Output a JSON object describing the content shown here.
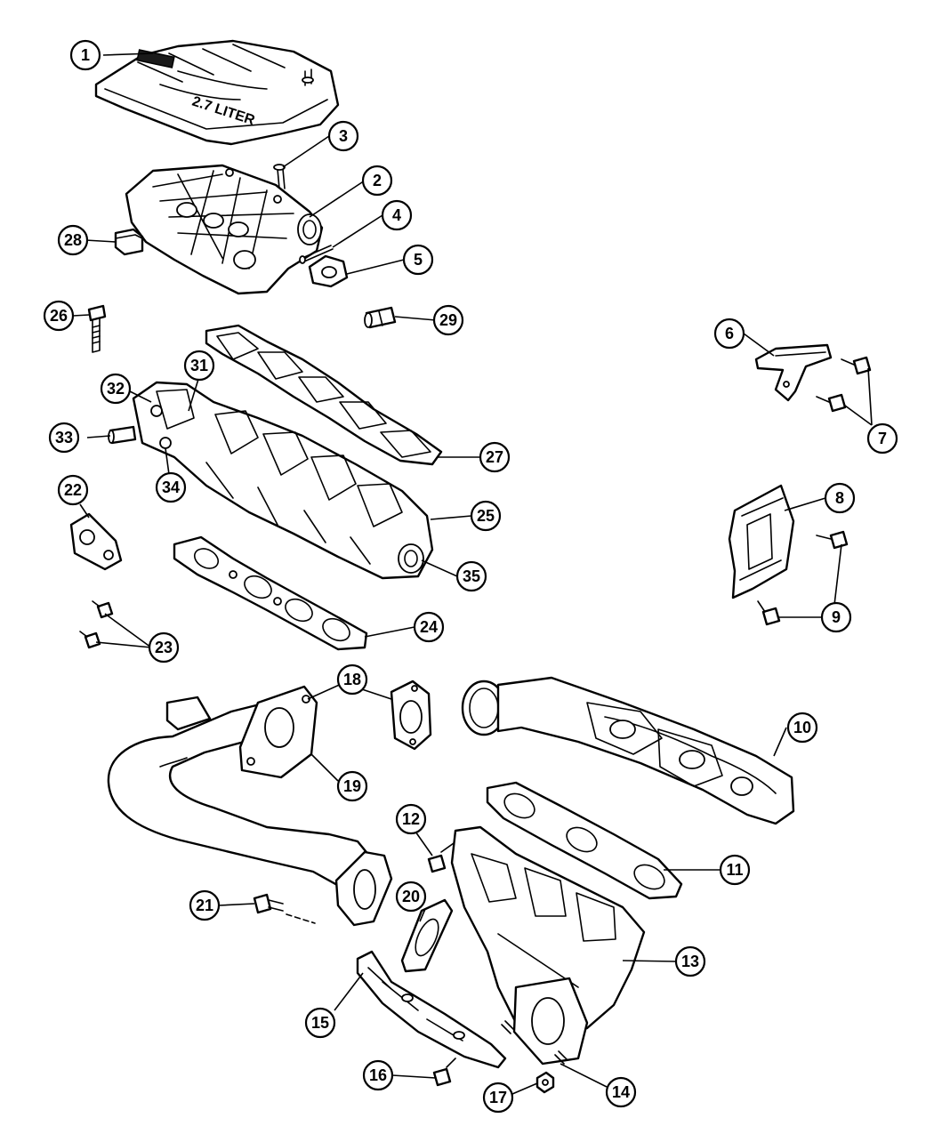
{
  "callouts": [
    {
      "label": "1"
    },
    {
      "label": "2"
    },
    {
      "label": "3"
    },
    {
      "label": "4"
    },
    {
      "label": "5"
    },
    {
      "label": "6"
    },
    {
      "label": "7"
    },
    {
      "label": "8"
    },
    {
      "label": "9"
    },
    {
      "label": "10"
    },
    {
      "label": "11"
    },
    {
      "label": "12"
    },
    {
      "label": "13"
    },
    {
      "label": "14"
    },
    {
      "label": "15"
    },
    {
      "label": "16"
    },
    {
      "label": "17"
    },
    {
      "label": "18"
    },
    {
      "label": "19"
    },
    {
      "label": "20"
    },
    {
      "label": "21"
    },
    {
      "label": "22"
    },
    {
      "label": "23"
    },
    {
      "label": "24"
    },
    {
      "label": "25"
    },
    {
      "label": "26"
    },
    {
      "label": "27"
    },
    {
      "label": "28"
    },
    {
      "label": "29"
    },
    {
      "label": "31"
    },
    {
      "label": "32"
    },
    {
      "label": "33"
    },
    {
      "label": "34"
    },
    {
      "label": "35"
    }
  ],
  "engine_cover": {
    "logo_text": "2.7 LITER"
  },
  "colors": {
    "line": "#000000",
    "background": "#ffffff",
    "dark_fill": "#1a1a1a"
  }
}
